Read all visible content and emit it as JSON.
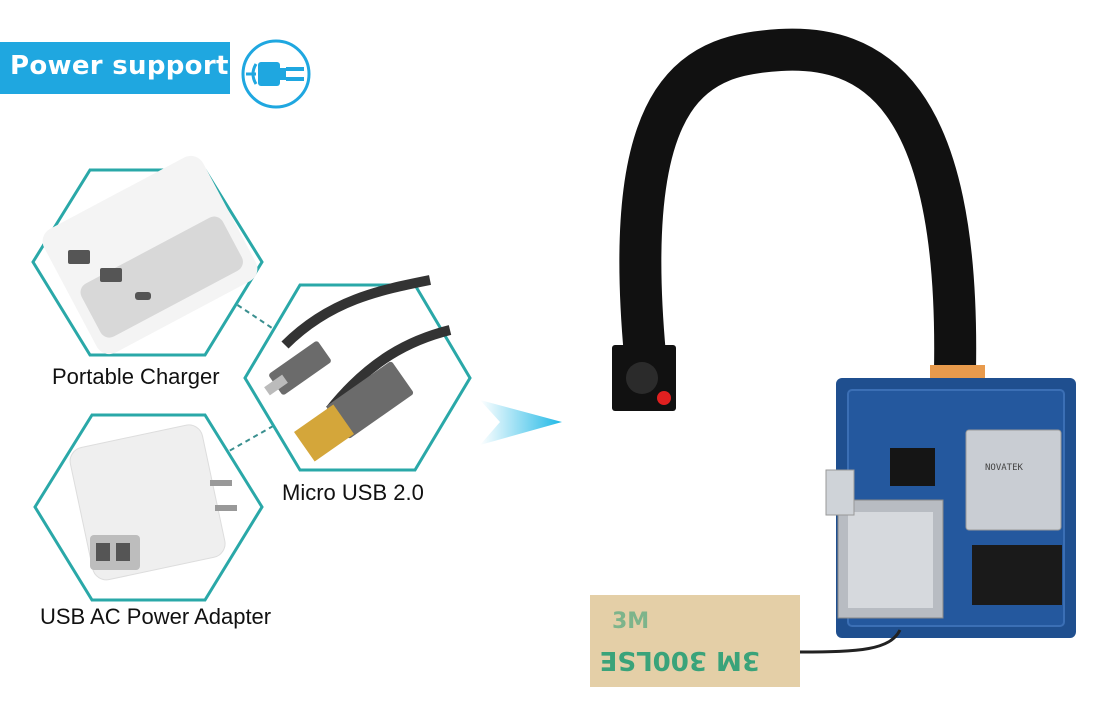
{
  "header": {
    "title": "Power support",
    "icon": "power-plug-icon"
  },
  "items": [
    {
      "label": "Portable Charger",
      "icon": "power-bank-icon"
    },
    {
      "label": "Micro USB 2.0",
      "icon": "usb-cable-icon"
    },
    {
      "label": "USB AC Power Adapter",
      "icon": "wall-adapter-icon"
    }
  ],
  "product": {
    "icon": "camera-module-board-icon",
    "tape_text": "3M 300LSE"
  },
  "colors": {
    "accent": "#1fa7e0",
    "hex_border": "#2aa8a8"
  }
}
